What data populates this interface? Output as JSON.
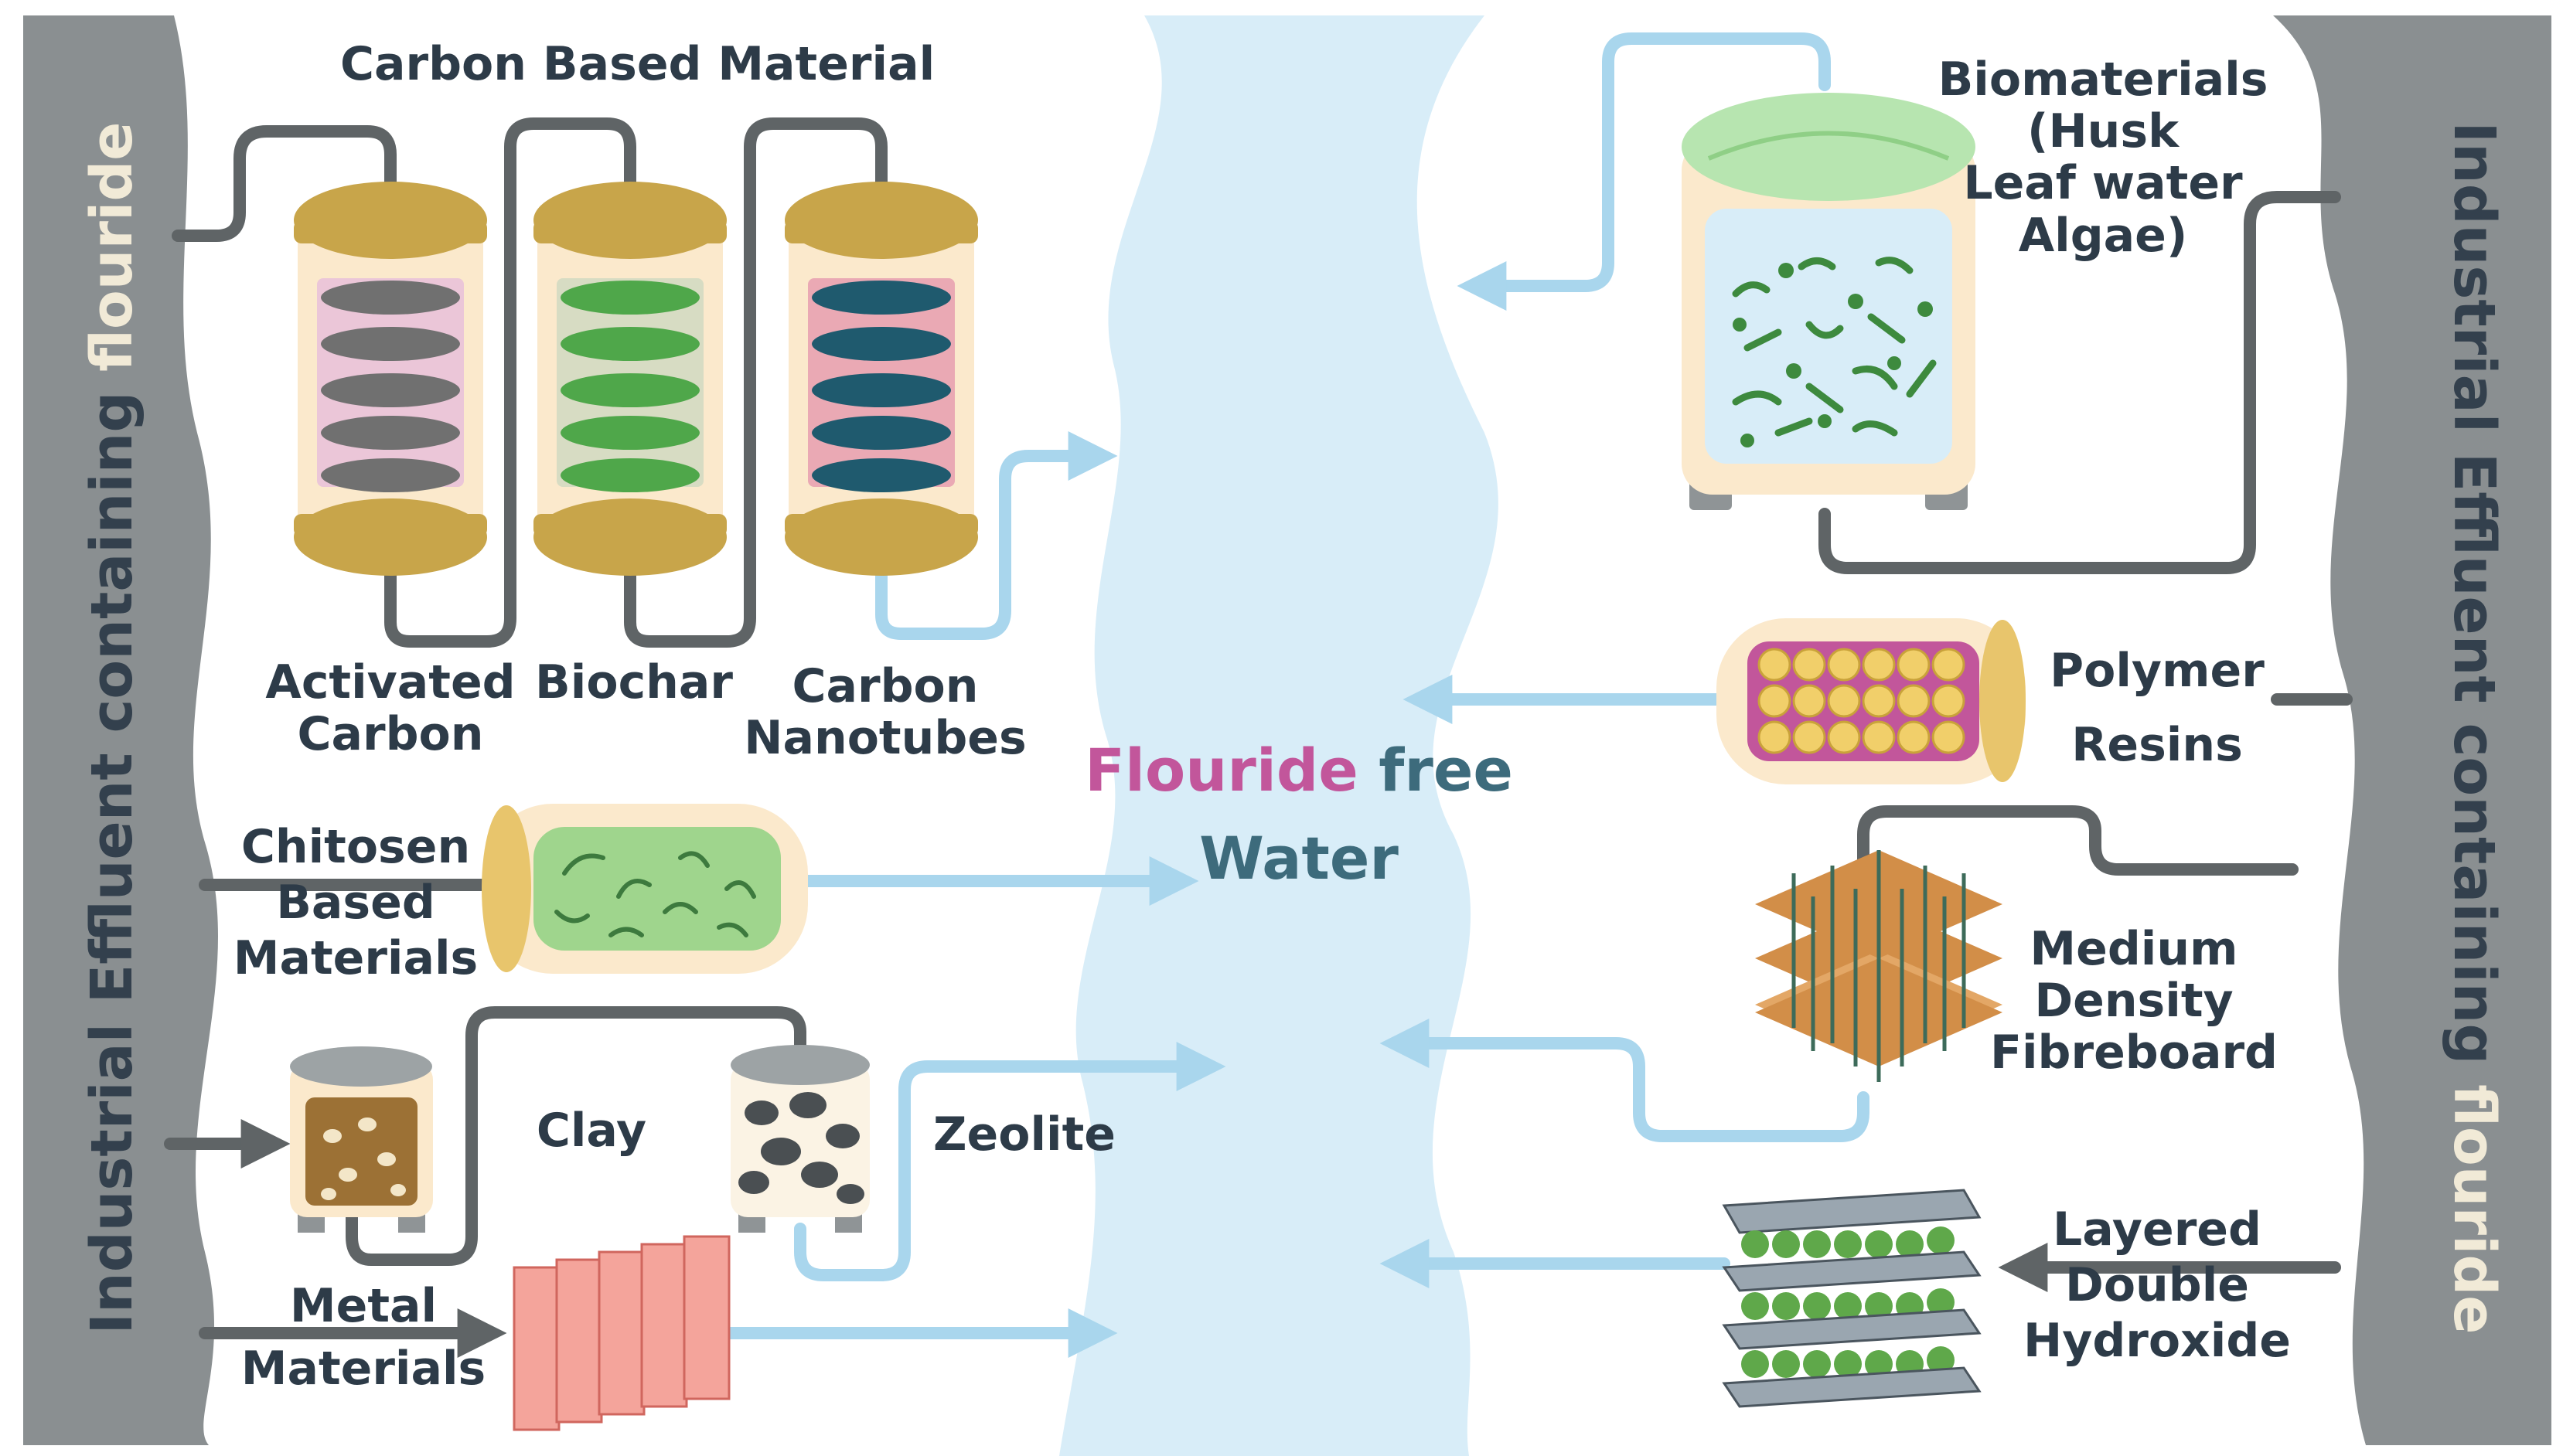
{
  "center": {
    "fluoride": "Flouride",
    "free": "free",
    "water": "Water"
  },
  "sides": {
    "left": {
      "text": "Industrial Effluent containing",
      "highlight": "flouride"
    },
    "right": {
      "text": "Industrial Effluent containing",
      "highlight": "flouride"
    }
  },
  "labels": {
    "carbon_group": "Carbon Based Material",
    "activated": [
      "Activated",
      "Carbon"
    ],
    "biochar": "Biochar",
    "nanotubes": [
      "Carbon",
      "Nanotubes"
    ],
    "biomaterials": [
      "Biomaterials",
      "(Husk",
      "Leaf water",
      "Algae)"
    ],
    "polymer": [
      "Polymer",
      "Resins"
    ],
    "chitosen": [
      "Chitosen",
      "Based",
      "Materials"
    ],
    "mdf": [
      "Medium",
      "Density",
      "Fibreboard"
    ],
    "clay": "Clay",
    "zeolite": "Zeolite",
    "metal": [
      "Metal",
      "Materials"
    ],
    "ldh": [
      "Layered",
      "Double",
      "Hydroxide"
    ]
  },
  "colors": {
    "river": "#d8edf8",
    "bank": "#8a8f91",
    "pipe": "#5f6466",
    "clean_flow": "#a9d6ed",
    "gold": "#c8a54a",
    "cream": "#fbe9cc",
    "pink_text": "#c2569b",
    "text": "#2d3b48"
  }
}
